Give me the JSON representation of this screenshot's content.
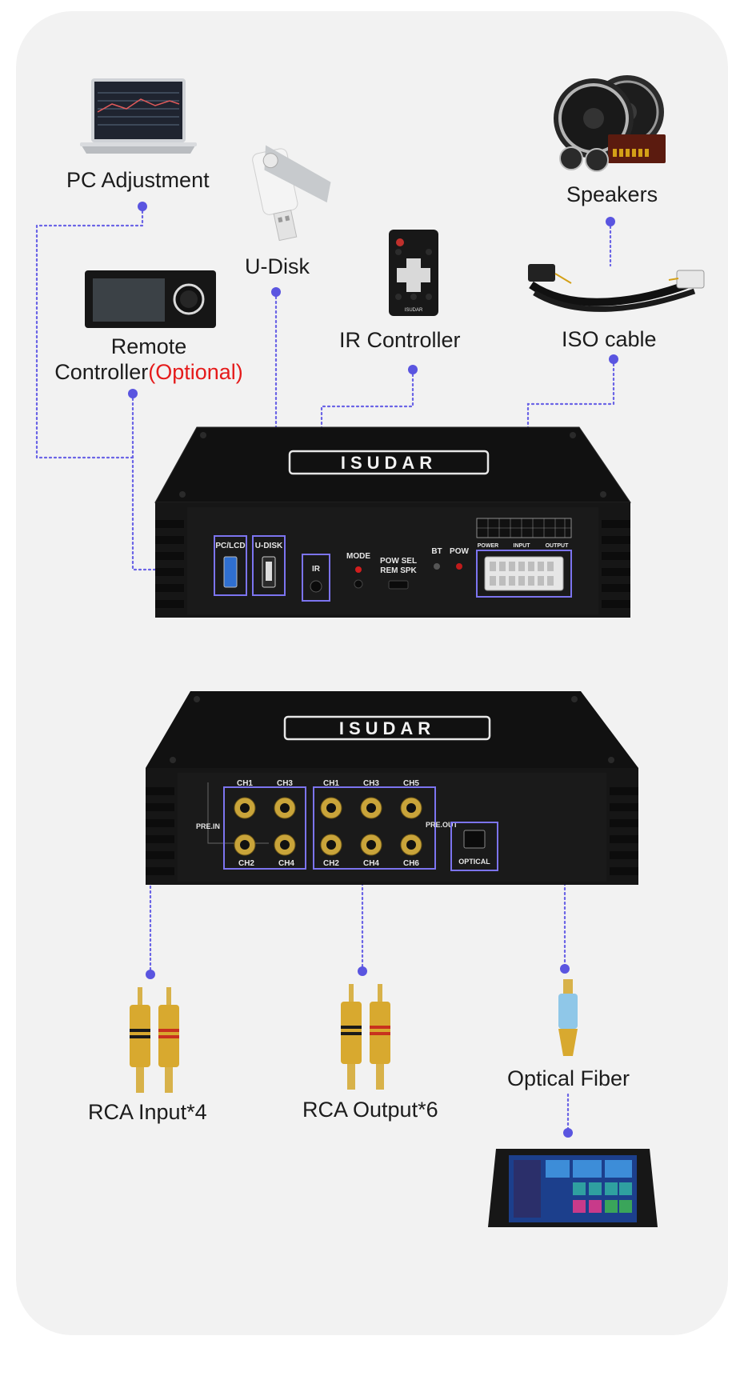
{
  "labels": {
    "pc_adjustment": "PC Adjustment",
    "u_disk": "U-Disk",
    "speakers": "Speakers",
    "remote_controller": "Remote",
    "remote_controller_line2": "Controller",
    "optional": "(Optional)",
    "ir_controller": "IR Controller",
    "iso_cable": "ISO cable",
    "rca_input": "RCA Input*4",
    "rca_output": "RCA Output*6",
    "optical_fiber": "Optical Fiber"
  },
  "device1": {
    "brand": "ISUDAR",
    "ports": {
      "pc_lcd": "PC/LCD",
      "u_disk": "U-DISK",
      "ir": "IR",
      "mode": "MODE",
      "pow_sel": "POW SEL",
      "rem_spk": "REM SPK",
      "bt": "BT",
      "pow": "POW",
      "power": "POWER",
      "input": "INPUT",
      "output": "OUTPUT"
    }
  },
  "device2": {
    "brand": "ISUDAR",
    "ports": {
      "pre_in": "PRE.IN",
      "pre_out": "PRE.OUT",
      "optical": "OPTICAL",
      "in_top": [
        "CH1",
        "CH3"
      ],
      "in_bottom": [
        "CH2",
        "CH4"
      ],
      "out_top": [
        "CH1",
        "CH3",
        "CH5"
      ],
      "out_bottom": [
        "CH2",
        "CH4",
        "CH6"
      ]
    }
  },
  "remote": {
    "brand": "ISUDAR"
  },
  "colors": {
    "connector_line": "#6a63e6",
    "highlight_box": "#7c74f0",
    "optional_text": "#e51b1b",
    "background": "#f2f2f2"
  }
}
